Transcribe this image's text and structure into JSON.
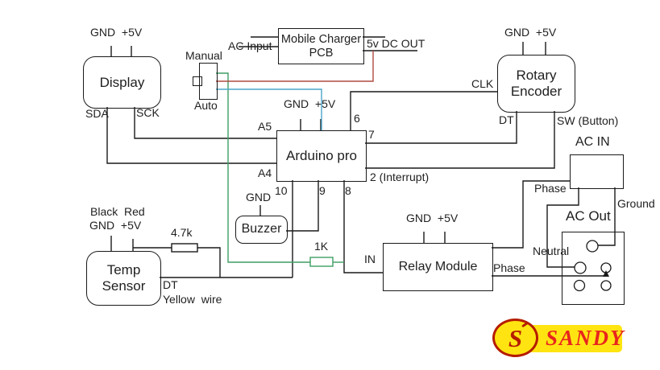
{
  "display": {
    "power_label": "GND  +5V",
    "name": "Display",
    "pin_sda": "SDA",
    "pin_sck": "SCK"
  },
  "mode_switch": {
    "manual_label": "Manual",
    "auto_label": "Auto"
  },
  "charger": {
    "name_line1": "Mobile Charger",
    "name_line2": "PCB",
    "ac_input_label": "AC Input",
    "dc_out_label": "5v DC OUT"
  },
  "rotary_encoder": {
    "power_label": "GND  +5V",
    "name_line1": "Rotary",
    "name_line2": "Encoder",
    "pin_clk": "CLK",
    "pin_dt": "DT",
    "pin_sw": "SW (Button)"
  },
  "arduino": {
    "power_label": "GND  +5V",
    "name": "Arduino pro",
    "pin_a5": "A5",
    "pin_a4": "A4",
    "pin_6": "6",
    "pin_7": "7",
    "pin_2": "2 (Interrupt)",
    "pin_10": "10",
    "pin_9": "9",
    "pin_8": "8"
  },
  "buzzer": {
    "gnd_label": "GND",
    "name": "Buzzer"
  },
  "temp_sensor": {
    "wire_colors_label": "Black  Red",
    "power_label": "GND  +5V",
    "name_line1": "Temp",
    "name_line2": "Sensor",
    "pin_dt": "DT",
    "wire_note": "Yellow  wire"
  },
  "resistors": {
    "pullup": "4.7k",
    "series": "1K"
  },
  "relay": {
    "power_label": "GND  +5V",
    "name": "Relay Module",
    "pin_in": "IN",
    "phase_label": "Phase"
  },
  "ac_in": {
    "name": "AC IN",
    "phase_label": "Phase",
    "ground_label": "Ground"
  },
  "ac_out": {
    "name": "AC Out",
    "neutral_label": "Neutral"
  },
  "logo": {
    "emblem_letter": "S",
    "brand": "SANDY"
  },
  "colors": {
    "wire_black": "#1a1a1a",
    "wire_red": "#b04a41",
    "wire_green": "#3f9e63",
    "wire_blue": "#4aa5c9",
    "logo_red": "#e8251d",
    "logo_maroon": "#b51c00",
    "logo_yellow": "#ffe411"
  }
}
